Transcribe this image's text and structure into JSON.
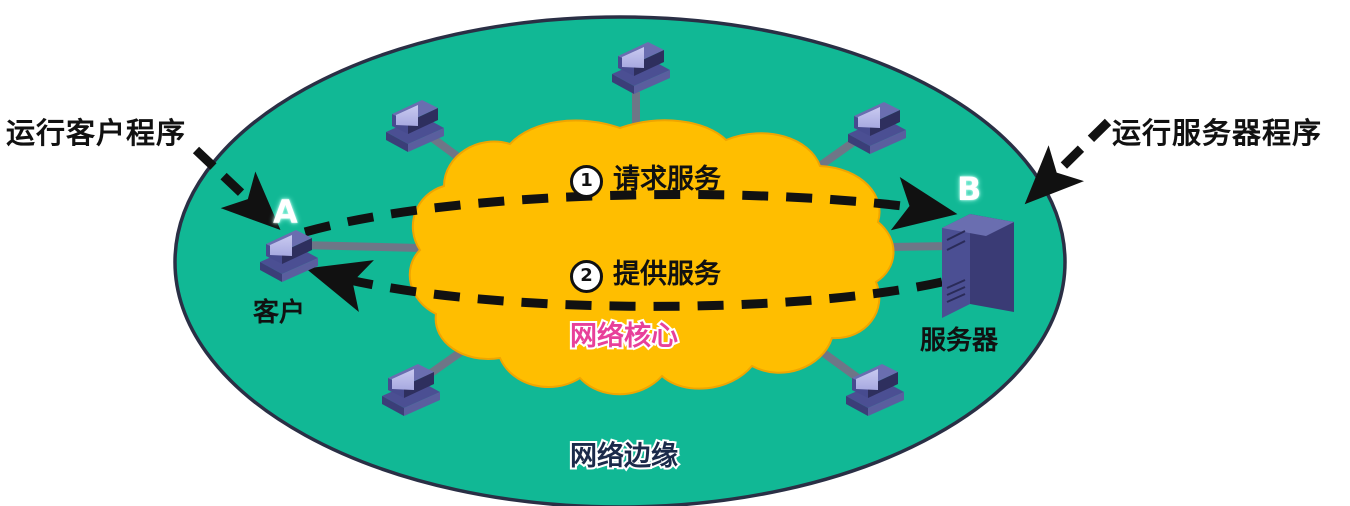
{
  "diagram": {
    "title_regions": {
      "edge": "网络边缘",
      "core": "网络核心"
    },
    "callouts": [
      {
        "id": "client-program",
        "text": "运行客户程序"
      },
      {
        "id": "server-program",
        "text": "运行服务器程序"
      }
    ],
    "nodes": {
      "client": {
        "letter": "A",
        "caption": "客户"
      },
      "server": {
        "letter": "B",
        "caption": "服务器"
      }
    },
    "flows": [
      {
        "number": "1",
        "label": "请求服务",
        "direction": "client-to-server"
      },
      {
        "number": "2",
        "label": "提供服务",
        "direction": "server-to-client"
      }
    ],
    "peripheral_hosts": [
      {
        "id": "host-top",
        "icon": "computer-icon"
      },
      {
        "id": "host-top-left",
        "icon": "computer-icon"
      },
      {
        "id": "host-top-right",
        "icon": "computer-icon"
      },
      {
        "id": "host-bottom-left",
        "icon": "computer-icon"
      },
      {
        "id": "host-bottom-right",
        "icon": "computer-icon"
      }
    ],
    "colors": {
      "edge_fill": "#11b895",
      "edge_stroke": "#2a2f45",
      "core_fill": "#ffbe00",
      "core_stroke": "#f0a500",
      "arrow": "#111111",
      "link": "#6e7687",
      "device_body": "#5a5e9e",
      "device_dark": "#2e2f5e",
      "device_screen": "#b9bbe8",
      "core_label": "#e8409a",
      "edge_label": "#1b2a4a",
      "background": "#ffffff"
    }
  }
}
